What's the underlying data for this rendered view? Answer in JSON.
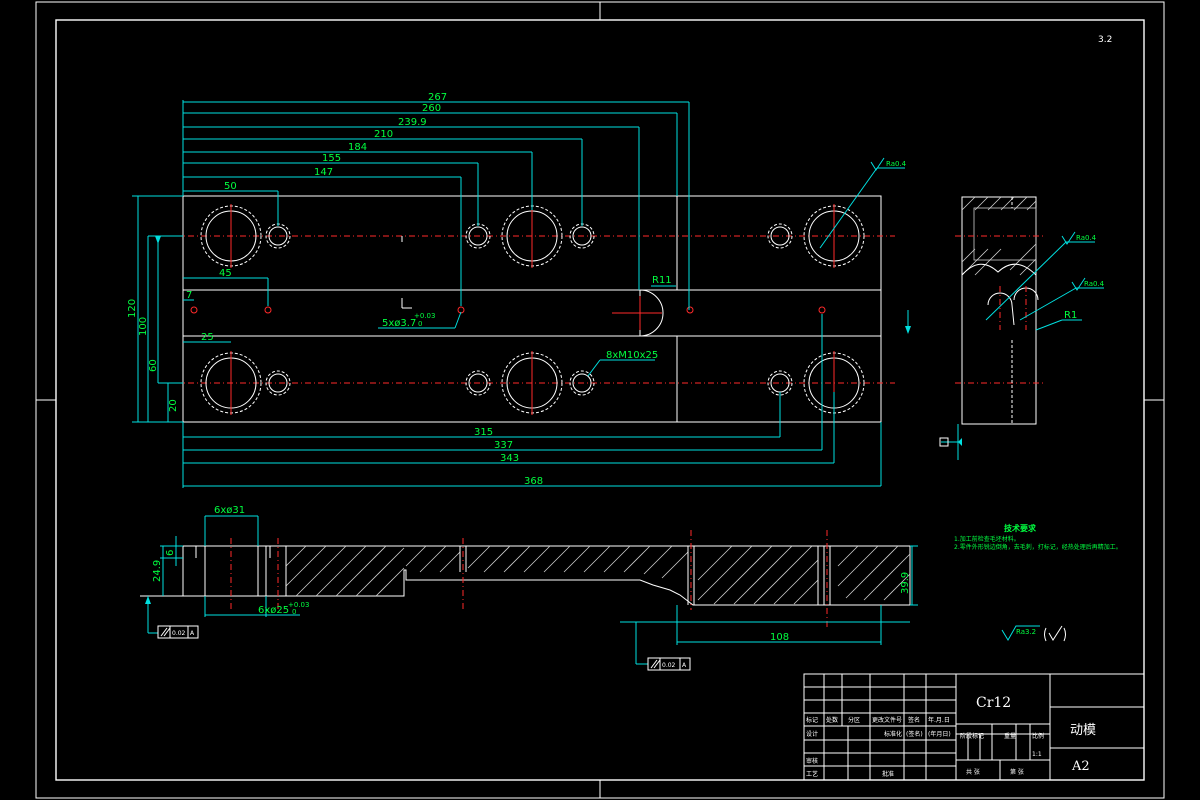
{
  "sheet_number": "3.2",
  "top_view": {
    "dims_top": [
      "267",
      "260",
      "239.9",
      "210",
      "184",
      "155",
      "147",
      "50"
    ],
    "dim_45": "45",
    "dim_7": "7",
    "dim_25": "25",
    "dims_left": [
      "120",
      "100",
      "60",
      "20"
    ],
    "dims_bottom": [
      "315",
      "337",
      "343",
      "368"
    ],
    "radius": "R11",
    "hole_note_a": "5xø3.7",
    "hole_note_a_tol": "+0.03",
    "hole_note_a_tol2": "0",
    "thread_note": "8xM10x25",
    "roughness": "Ra0.4"
  },
  "side_view": {
    "roughness_1": "Ra0.4",
    "roughness_2": "Ra0.4",
    "radius": "R1"
  },
  "section_view": {
    "note_top": "6xø31",
    "note_bottom": "6xø25",
    "note_bottom_tol": "+0.03",
    "note_bottom_tol2": "0",
    "dim_left_1": "24.9",
    "dim_left_2": "6",
    "dim_right": "39.9",
    "dim_bottom": "108",
    "tolerance_1": "0.02",
    "datum_1": "A",
    "tolerance_2": "0.02",
    "datum_2": "A"
  },
  "tech_req": {
    "title": "技术要求",
    "line1": "1.加工前检查毛坯材料。",
    "line2": "2.零件外形锐边倒角，去毛刺，打标记，经热处理后再精加工。"
  },
  "general_roughness": "Ra3.2",
  "title_block": {
    "material": "Cr12",
    "part_name": "动模",
    "sheet_size": "A2",
    "scale": "1:1",
    "row_headers": [
      "标记",
      "处数",
      "分区",
      "更改文件号",
      "签名",
      "年.月.日"
    ],
    "design": "设计",
    "standardize": "标准化",
    "signature": "(签名)",
    "date": "(年月日)",
    "review": "审核",
    "process": "工艺",
    "approve": "批准",
    "stage_headers": [
      "阶段标记",
      "重量",
      "比例"
    ],
    "sheet_total": "共 张",
    "sheet_index": "第 张"
  }
}
